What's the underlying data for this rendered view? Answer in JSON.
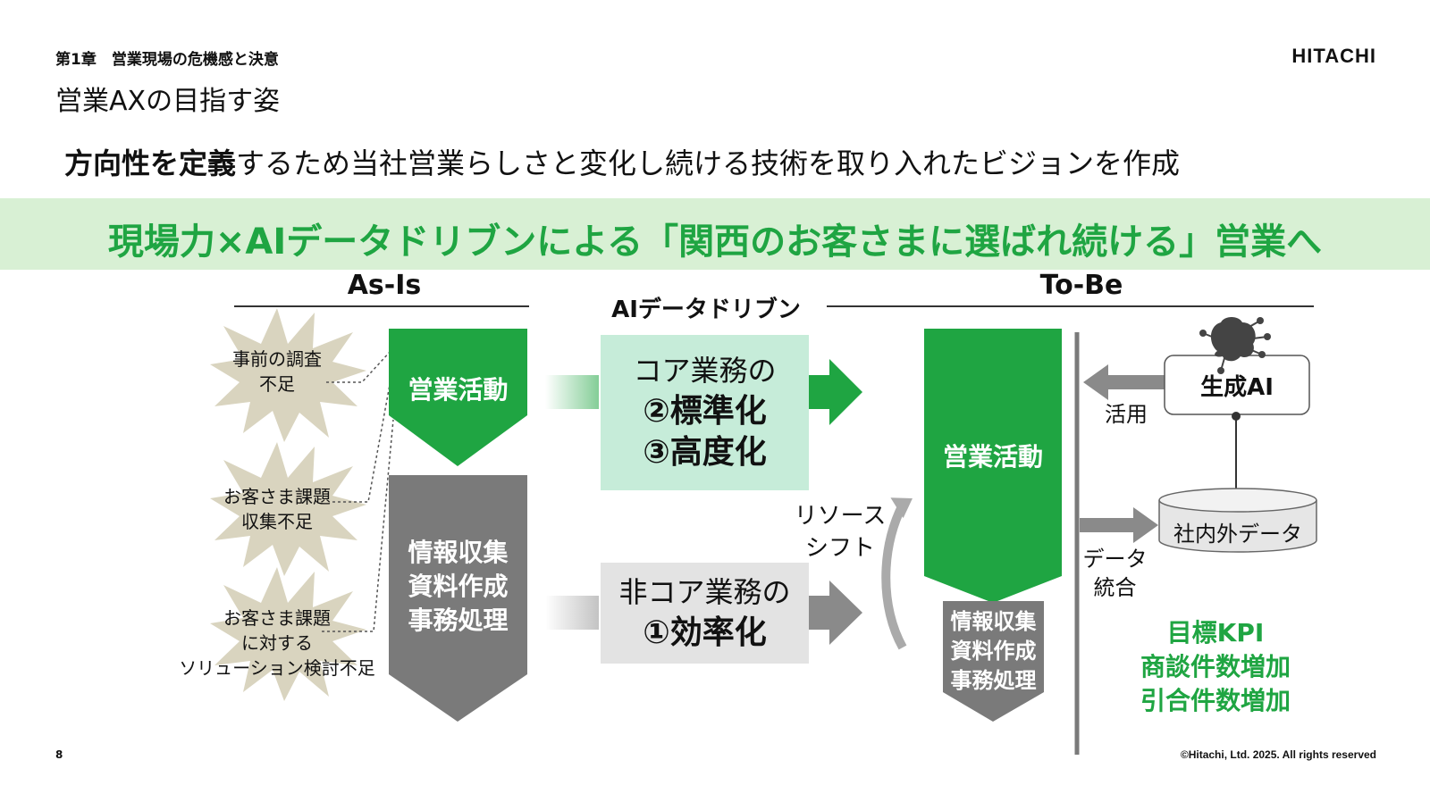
{
  "header": {
    "chapter": "第1章　営業現場の危機感と決意",
    "logo": "HITACHI",
    "title": "営業AXの目指す姿"
  },
  "lead": {
    "bold": "方向性を定義",
    "rest": "するため当社営業らしさと変化し続ける技術を取り入れたビジョンを作成"
  },
  "banner": "現場力×AIデータドリブンによる「関西のお客さまに選ばれ続ける」営業へ",
  "asis": {
    "heading": "As-Is",
    "issues": [
      {
        "line1": "事前の調査",
        "line2": "不足",
        "line3": ""
      },
      {
        "line1": "お客さま課題",
        "line2": "収集不足",
        "line3": ""
      },
      {
        "line1": "お客さま課題",
        "line2": "に対する",
        "line3": "ソリューション検討不足"
      }
    ],
    "sales": "営業活動",
    "noncore": [
      "情報収集",
      "資料作成",
      "事務処理"
    ]
  },
  "middle": {
    "heading": "AIデータドリブン",
    "core": [
      "コア業務の",
      "②標準化",
      "③高度化"
    ],
    "noncore": [
      "非コア業務の",
      "①効率化"
    ],
    "shift": [
      "リソース",
      "シフト"
    ]
  },
  "tobe": {
    "heading": "To-Be",
    "sales": "営業活動",
    "noncore": [
      "情報収集",
      "資料作成",
      "事務処理"
    ],
    "ai": "生成AI",
    "use": "活用",
    "db": "社内外データ",
    "integration": [
      "データ",
      "統合"
    ],
    "kpi": [
      "目標KPI",
      "商談件数増加",
      "引合件数増加"
    ]
  },
  "footer": {
    "page": "8",
    "copyright": "©Hitachi, Ltd. 2025. All rights reserved"
  },
  "colors": {
    "green": "#1fa542",
    "light_green": "#d8f0d4",
    "mint": "#c6ecd9",
    "gray": "#7a7a7a",
    "light_gray": "#e3e3e3",
    "burst": "#d9d4bf"
  }
}
